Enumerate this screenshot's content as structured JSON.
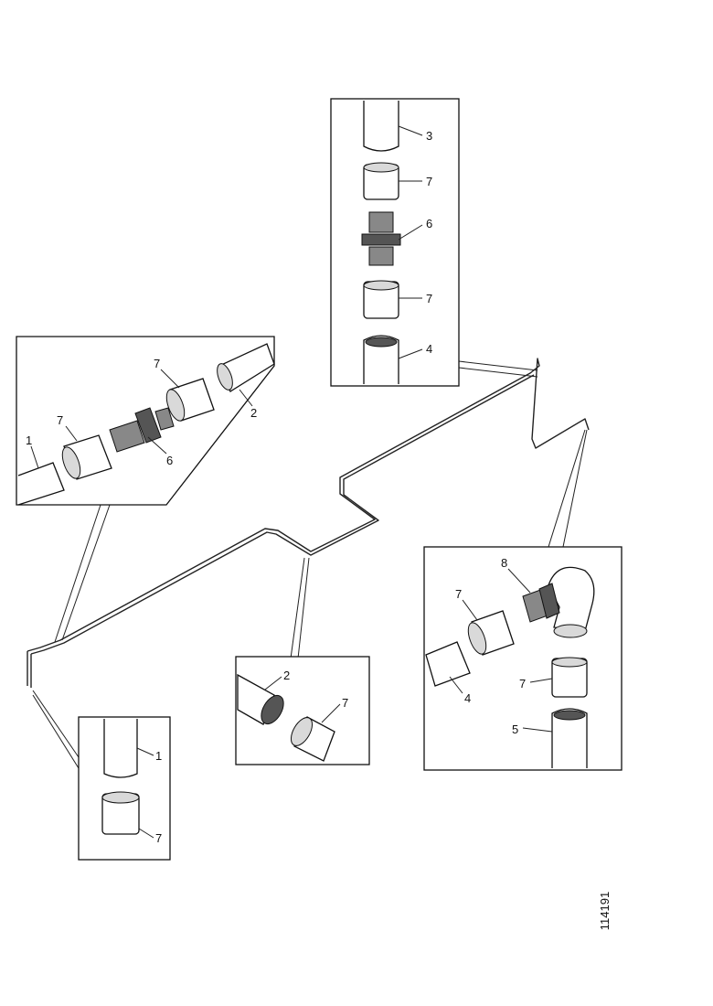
{
  "drawing_ref": "114191",
  "insets": {
    "top_center": {
      "labels": [
        "3",
        "7",
        "6",
        "7",
        "4"
      ]
    },
    "left_upper": {
      "labels": [
        "1",
        "7",
        "6",
        "7",
        "2"
      ]
    },
    "bottom_center": {
      "labels": [
        "2",
        "7"
      ]
    },
    "bottom_left": {
      "labels": [
        "1",
        "7"
      ]
    },
    "right": {
      "labels": [
        "8",
        "7",
        "4",
        "7",
        "5"
      ]
    }
  }
}
